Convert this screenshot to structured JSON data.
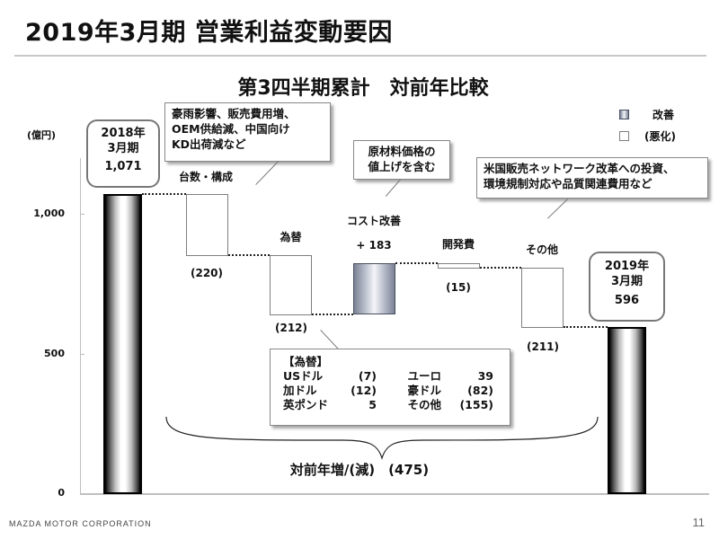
{
  "header": {
    "title": "2019年3月期 営業利益変動要因",
    "subtitle": "第3四半期累計　対前年比較"
  },
  "legend": {
    "improvement": "改善",
    "deterioration": "(悪化)"
  },
  "axis": {
    "unit": "(億円)",
    "ticks": [
      "1,000",
      "500",
      "0"
    ]
  },
  "bars": {
    "start": {
      "line1": "2018年",
      "line2": "3月期",
      "value": "1,071"
    },
    "volume_mix": {
      "label": "台数・構成",
      "value": "(220)"
    },
    "fx": {
      "label": "為替",
      "value": "(212)"
    },
    "cost": {
      "label": "コスト改善",
      "value": "+ 183"
    },
    "rnd": {
      "label": "開発費",
      "value": "(15)"
    },
    "other": {
      "label": "その他",
      "value": "(211)"
    },
    "end": {
      "line1": "2019年",
      "line2": "3月期",
      "value": "596"
    }
  },
  "callouts": {
    "volume_mix": [
      "豪雨影響、販売費用増、",
      "OEM供給減、中国向け",
      "KD出荷減など"
    ],
    "cost": [
      "原材料価格の",
      "値上げを含む"
    ],
    "other": [
      "米国販売ネットワーク改革への投資、",
      "環境規制対応や品質関連費用など"
    ]
  },
  "fx_breakdown": {
    "heading": "【為替】",
    "rows": [
      {
        "c1": "USドル",
        "v1": "(7)",
        "c2": "ユーロ",
        "v2": "39"
      },
      {
        "c1": "加ドル",
        "v1": "(12)",
        "c2": "豪ドル",
        "v2": "(82)"
      },
      {
        "c1": "英ポンド",
        "v1": "5",
        "c2": "その他",
        "v2": "(155)"
      }
    ]
  },
  "total_change": "対前年増/(減)　(475)",
  "footer": {
    "brand": "MAZDA MOTOR CORPORATION",
    "page": "11"
  },
  "chart_data": {
    "type": "waterfall",
    "title": "第3四半期累計　対前年比較",
    "ylabel": "(億円)",
    "ylim": [
      0,
      1200
    ],
    "yticks": [
      0,
      500,
      1000
    ],
    "categories": [
      "2018年3月期",
      "台数・構成",
      "為替",
      "コスト改善",
      "開発費",
      "その他",
      "2019年3月期"
    ],
    "values": [
      1071,
      -220,
      -212,
      183,
      -15,
      -211,
      596
    ],
    "kinds": [
      "total",
      "delta",
      "delta",
      "delta",
      "delta",
      "delta",
      "total"
    ],
    "legend": [
      {
        "name": "改善",
        "style": "gradient-gray-blue"
      },
      {
        "name": "(悪化)",
        "style": "white-outline"
      }
    ],
    "fx_breakdown": {
      "USドル": -7,
      "加ドル": -12,
      "英ポンド": 5,
      "ユーロ": 39,
      "豪ドル": -82,
      "その他": -155
    },
    "total_change": -475,
    "colors": {
      "total_edge": "#000000",
      "improvement": "#b4bac8",
      "deterioration": "#ffffff"
    }
  }
}
